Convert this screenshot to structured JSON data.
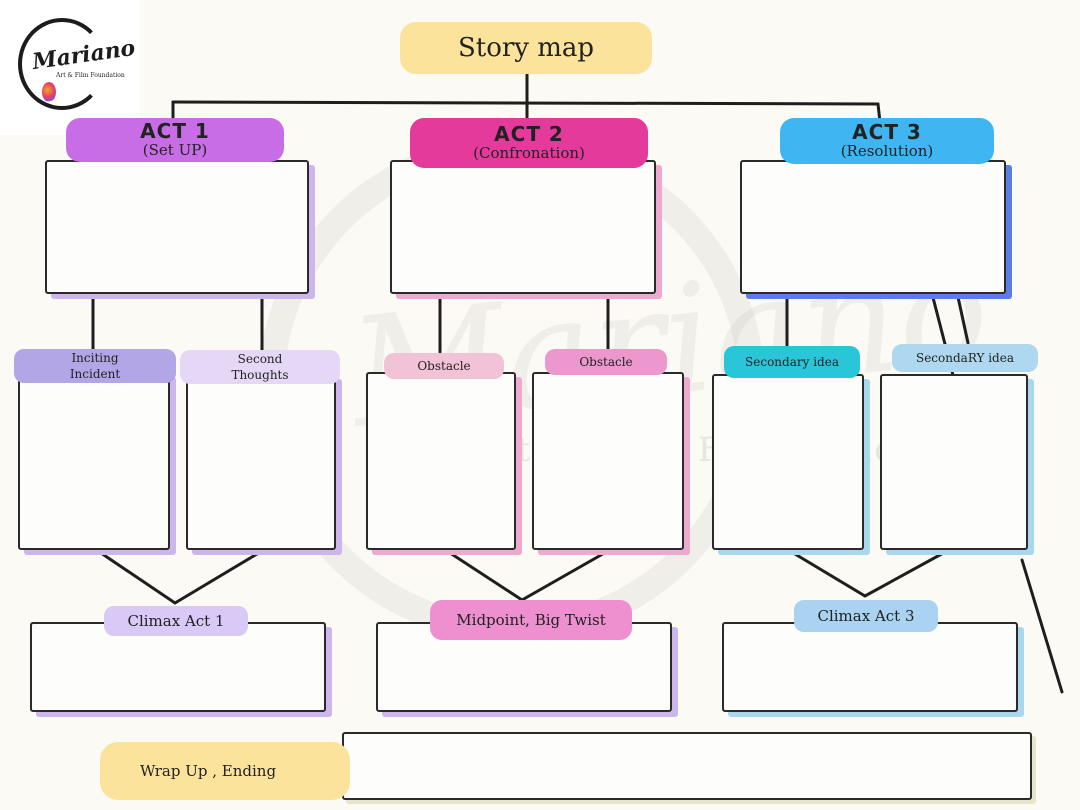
{
  "title": "Story map",
  "logo": {
    "name": "Mariano",
    "sub": "Art & Film Foundation"
  },
  "watermark": {
    "script": "Mariano",
    "text": "Art & Film Foundation"
  },
  "acts": [
    {
      "head": "ACT 1",
      "sub": "(Set UP)",
      "color": "#c86de6"
    },
    {
      "head": "ACT 2",
      "sub": "(Confronation)",
      "color": "#e43a9c"
    },
    {
      "head": "ACT 3",
      "sub": "(Resolution)",
      "color": "#3fb6f1"
    }
  ],
  "beats": [
    {
      "label": "Inciting Incident",
      "color": "#b3a6e6"
    },
    {
      "label": "Second Thoughts",
      "color": "#e4d8f6"
    },
    {
      "label": "Obstacle",
      "color": "#f2c2d7"
    },
    {
      "label": "Obstacle",
      "color": "#ec98cf"
    },
    {
      "label": "Secondary idea",
      "color": "#29c6d9"
    },
    {
      "label": "SecondaRY idea",
      "color": "#aed8ef"
    }
  ],
  "climaxes": [
    {
      "label": "Climax Act 1",
      "color": "#d9c9f6"
    },
    {
      "label": "Midpoint, Big Twist",
      "color": "#ee8fcf"
    },
    {
      "label": "Climax Act 3",
      "color": "#a9d3f0"
    }
  ],
  "ending": {
    "label": "Wrap Up , Ending",
    "color": "#fbe39b"
  },
  "colors": {
    "title_pill": "#fbe39b",
    "ink": "#2a2a2a",
    "background": "#fbfaf4"
  }
}
